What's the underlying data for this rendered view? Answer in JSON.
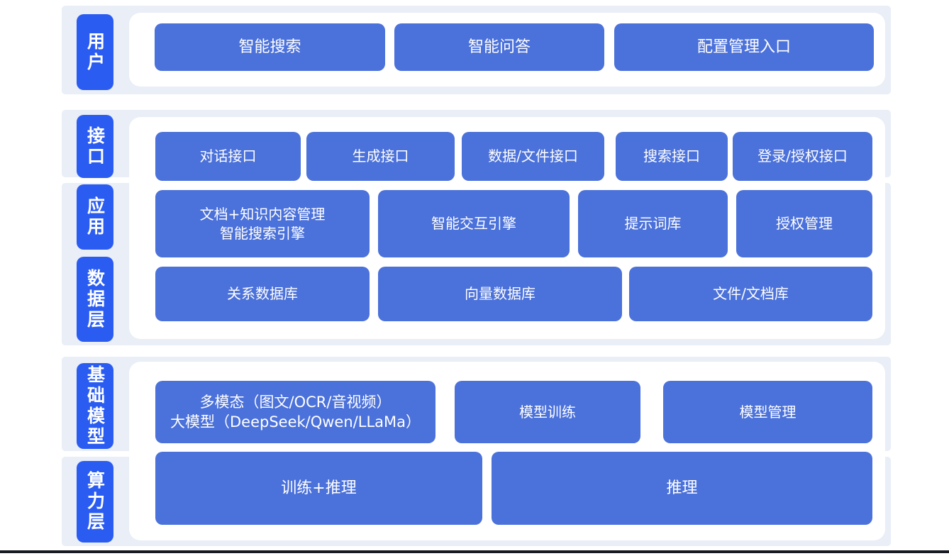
{
  "colors": {
    "layer_label": "#2a5cf2",
    "block": "#4b71da",
    "band_background": "#e9eef7",
    "panel_background": "#ffffff",
    "bottom_rule": "#171a23"
  },
  "layers": {
    "user": {
      "label": "用户",
      "items": {
        "search": "智能搜索",
        "qa": "智能问答",
        "config_entry": "配置管理入口"
      }
    },
    "interface": {
      "label": "接口",
      "items": {
        "dialog": "对话接口",
        "generate": "生成接口",
        "data_file": "数据/文件接口",
        "search": "搜索接口",
        "login_auth": "登录/授权接口"
      }
    },
    "application": {
      "label": "应用",
      "items": {
        "doc_search_engine": {
          "line1": "文档+知识内容管理",
          "line2": "智能搜索引擎"
        },
        "interaction_engine": "智能交互引擎",
        "prompt_library": "提示词库",
        "auth_mgmt": "授权管理"
      }
    },
    "data_layer": {
      "label": "数据层",
      "items": {
        "relational_db": "关系数据库",
        "vector_db": "向量数据库",
        "file_doc_store": "文件/文档库"
      }
    },
    "foundation_model": {
      "label": "基础模型",
      "items": {
        "multimodal_llm": {
          "line1": "多模态（图文/OCR/音视频）",
          "line2": "大模型（DeepSeek/Qwen/LLaMa）"
        },
        "model_training": "模型训练",
        "model_mgmt": "模型管理"
      }
    },
    "compute_layer": {
      "label": "算力层",
      "items": {
        "train_infer": "训练+推理",
        "infer": "推理"
      }
    }
  }
}
